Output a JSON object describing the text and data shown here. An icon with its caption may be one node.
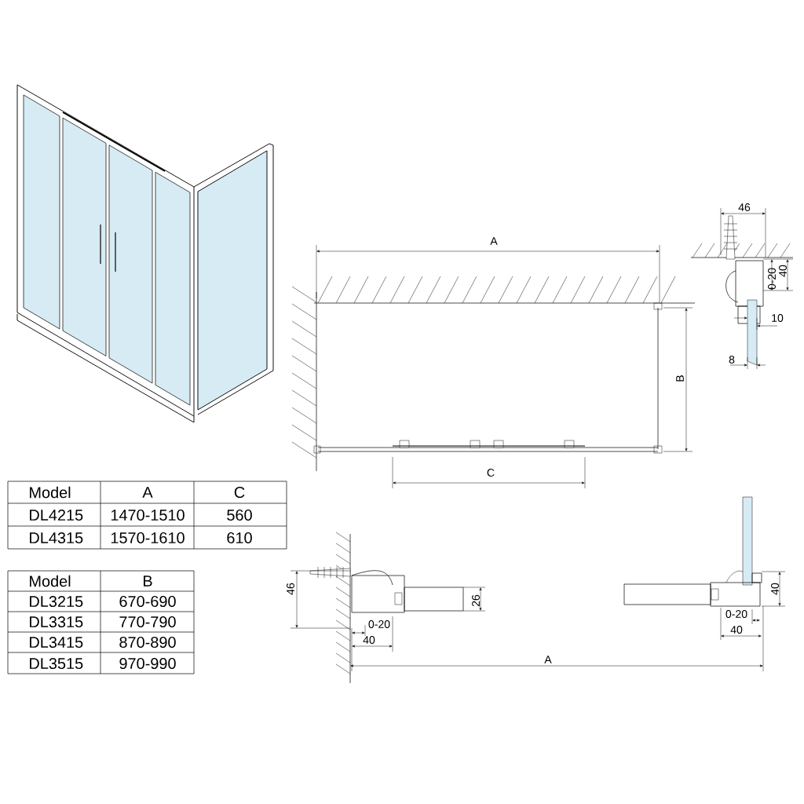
{
  "diagram": {
    "labels": [
      "A",
      "46",
      "40",
      "0-20",
      "10",
      "B",
      "8",
      "C",
      "Model",
      "A",
      "C",
      "DL4215",
      "1470-1510",
      "560",
      "DL4315",
      "1570-1610",
      "610",
      "Model",
      "B",
      "DL3215",
      "670-690",
      "DL3315",
      "770-790",
      "DL3415",
      "870-890",
      "DL3515",
      "970-990",
      "46",
      "26",
      "0-20",
      "40",
      "40",
      "0-20",
      "40",
      "A"
    ]
  }
}
